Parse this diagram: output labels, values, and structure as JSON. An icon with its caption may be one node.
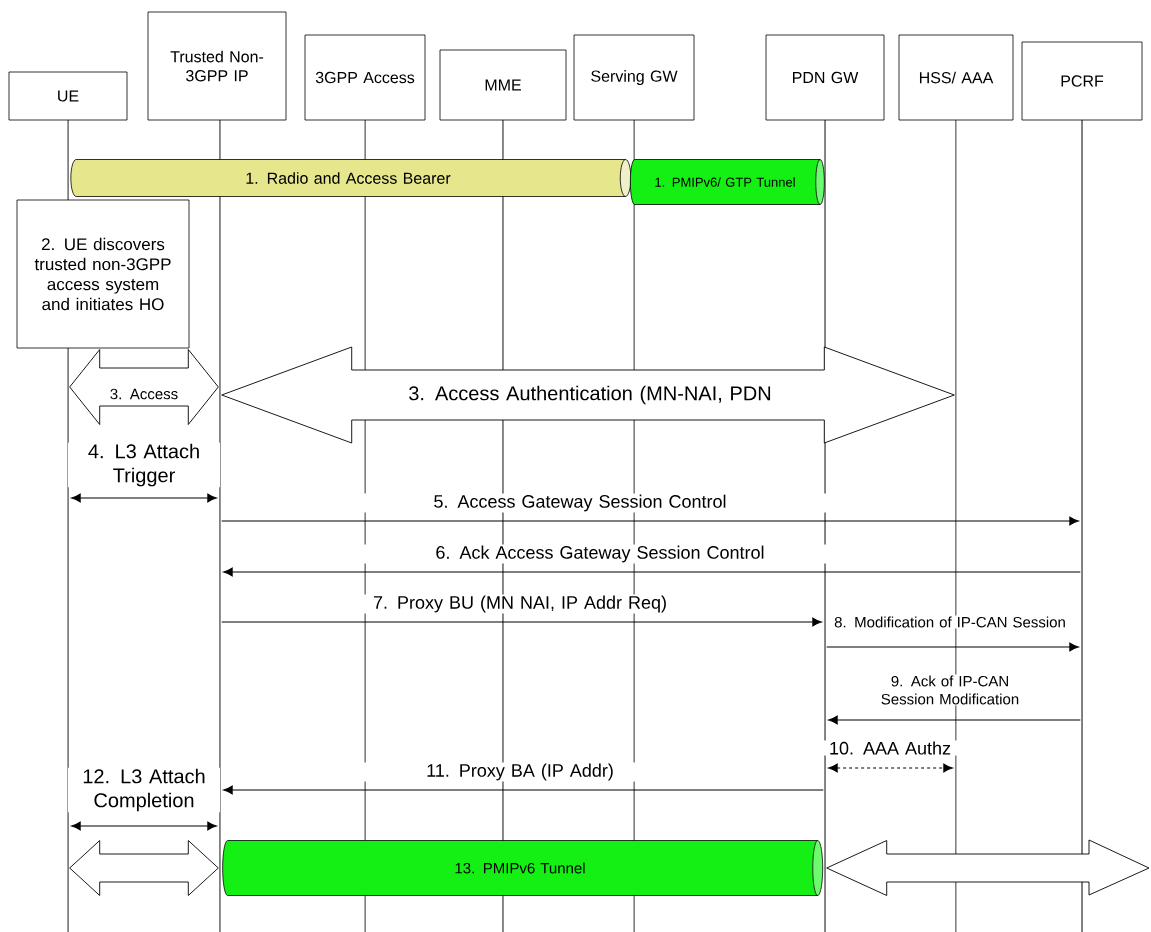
{
  "diagram": {
    "nodes": [
      {
        "text": [
          "UE"
        ]
      },
      {
        "text": [
          "Trusted Non-3GPP IP"
        ]
      },
      {
        "text": [
          "3GPP Access"
        ]
      },
      {
        "text": [
          "MME"
        ]
      },
      {
        "text": [
          "Serving GW"
        ]
      },
      {
        "text": [
          "PDN GW"
        ]
      },
      {
        "text": [
          "HSS/ AAA"
        ]
      },
      {
        "text": [
          "PCRF"
        ]
      },
      {
        "text": [],
        "shape": "line"
      },
      {
        "text": [],
        "shape": "line"
      },
      {
        "text": [],
        "shape": "line"
      },
      {
        "text": [],
        "shape": "line"
      },
      {
        "text": [],
        "shape": "line"
      },
      {
        "text": [],
        "shape": "line"
      },
      {
        "text": [],
        "shape": "line"
      },
      {
        "text": [],
        "shape": "line"
      },
      {
        "text": [
          "1. Radio and Access Bearer"
        ]
      },
      {
        "text": [
          "1. PMIPv6/ GTP Tunnel"
        ]
      },
      {
        "text": [
          "2. UE discovers trusted non-3GPP access system and initiates HO"
        ]
      },
      {
        "text": [
          "13. PMIPv6 Tunnel"
        ]
      }
    ],
    "edges": [
      {
        "from": 8,
        "to": 9,
        "arrow": "both",
        "label": "3. Access",
        "style": "thick"
      },
      {
        "from": 9,
        "to": 14,
        "arrow": "both",
        "label": "3. Access Authentication (MN-NAI, PDN",
        "style": "thick"
      },
      {
        "from": 8,
        "to": 9,
        "arrow": "both",
        "label": "4. L3 Attach Trigger"
      },
      {
        "from": 9,
        "to": 15,
        "arrow": "to",
        "label": "5. Access Gateway Session Control"
      },
      {
        "from": 15,
        "to": 9,
        "arrow": "to",
        "label": "6. Ack Access Gateway Session Control"
      },
      {
        "from": 9,
        "to": 13,
        "arrow": "to",
        "label": "7. Proxy BU (MN NAI, IP Addr Req)"
      },
      {
        "from": 13,
        "to": 15,
        "arrow": "to",
        "label": "8. Modification of IP-CAN Session"
      },
      {
        "from": 15,
        "to": 13,
        "arrow": "to",
        "label": "9. Ack of IP-CAN Session Modification"
      },
      {
        "from": 13,
        "to": 14,
        "arrow": "both",
        "label": "10. AAA Authz",
        "style": "dashed"
      },
      {
        "from": 13,
        "to": 9,
        "arrow": "to",
        "label": "11. Proxy BA (IP Addr)"
      },
      {
        "from": 8,
        "to": 9,
        "arrow": "both",
        "label": "12. L3 Attach Completion"
      },
      {
        "from": 8,
        "to": 9,
        "arrow": "both",
        "style": "thick"
      },
      {
        "from": 13,
        "to": null,
        "arrow": "both",
        "style": "thick"
      }
    ]
  }
}
